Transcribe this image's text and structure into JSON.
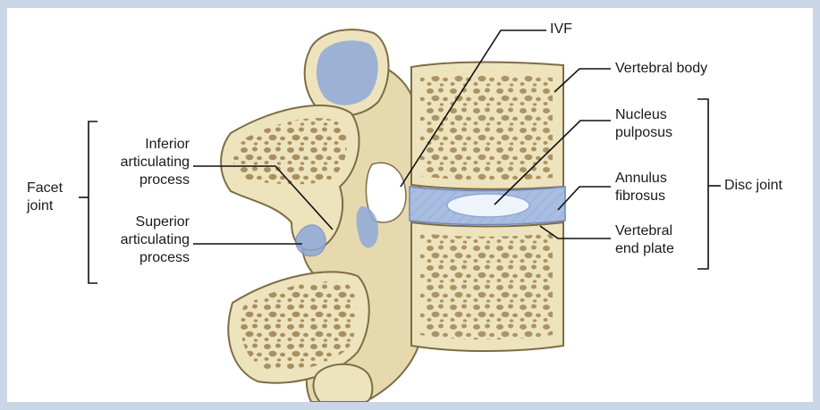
{
  "colors": {
    "bone_fill": "#ede3bd",
    "bone_edge": "#7d6d45",
    "cortex": "#d8c896",
    "pore": "#a98f5e",
    "disc": "#a9bde0",
    "nucleus": "#eef4fb",
    "cartilage": "#8ea8d8",
    "frame": "#c9d6e7",
    "line": "#111111"
  },
  "labels": {
    "ivf": "IVF",
    "vertebral_body": "Vertebral body",
    "nucleus_pulposus": [
      "Nucleus",
      "pulposus"
    ],
    "annulus_fibrosus": [
      "Annulus",
      "fibrosus"
    ],
    "vertebral_end_plate": [
      "Vertebral",
      "end plate"
    ],
    "disc_joint": "Disc joint",
    "facet_joint": [
      "Facet",
      "joint"
    ],
    "inferior_articulating_process": [
      "Inferior",
      "articulating",
      "process"
    ],
    "superior_articulating_process": [
      "Superior",
      "articulating",
      "process"
    ]
  }
}
